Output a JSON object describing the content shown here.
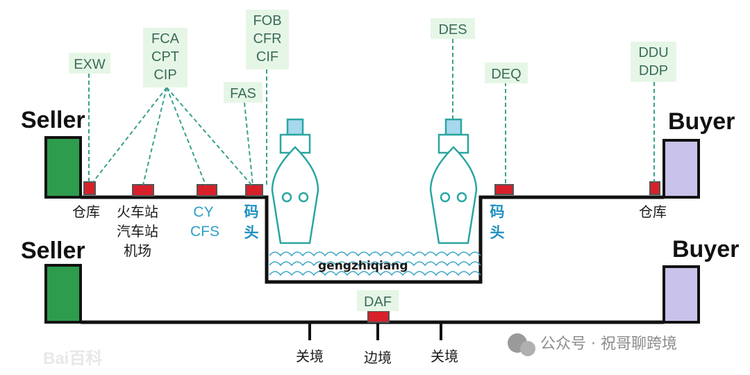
{
  "upper": {
    "seller_label": "Seller",
    "buyer_label": "Buyer",
    "seller_warehouse": "仓库",
    "station_lines": [
      "火车站",
      "汽车站",
      "机场"
    ],
    "cy_cfs_lines": [
      "CY",
      "CFS"
    ],
    "port_origin": [
      "码",
      "头"
    ],
    "port_destination": [
      "码",
      "头"
    ],
    "buyer_warehouse": "仓库",
    "sea_label": "gengzhiqiang"
  },
  "terms": {
    "exw": [
      "EXW"
    ],
    "fca_group": [
      "FCA",
      "CPT",
      "CIP"
    ],
    "fas": [
      "FAS"
    ],
    "fob_group": [
      "FOB",
      "CFR",
      "CIF"
    ],
    "des": [
      "DES"
    ],
    "deq": [
      "DEQ"
    ],
    "ddu_group": [
      "DDU",
      "DDP"
    ],
    "daf": [
      "DAF"
    ]
  },
  "lower": {
    "seller_label": "Seller",
    "buyer_label": "Buyer",
    "customs_left": "关境",
    "border": "边境",
    "customs_right": "关境"
  },
  "watermark": {
    "wechat": "公众号 · 祝哥聊跨境",
    "baidu": "Bai百科"
  },
  "colors": {
    "seller_box": "#2e9b4d",
    "buyer_box": "#c9c2ea",
    "marker": "#d8202a",
    "ship_outline": "#2aa6a0",
    "ship_cabin": "#a8d8ee",
    "term_box": "#e6f6e6"
  }
}
